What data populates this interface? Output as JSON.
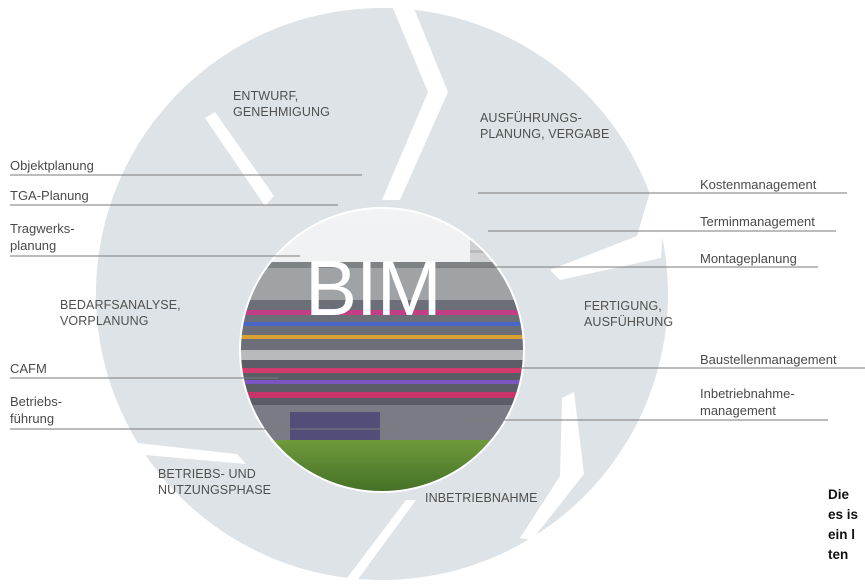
{
  "center_label": "BIM",
  "phases": {
    "entwurf": [
      "ENTWURF,",
      "GENEHMIGUNG"
    ],
    "ausfuehrungsplanung": [
      "AUSFÜHRUNGS-",
      "PLANUNG, VERGABE"
    ],
    "fertigung": [
      "FERTIGUNG,",
      "AUSFÜHRUNG"
    ],
    "inbetriebnahme": [
      "INBETRIEBNAHME"
    ],
    "betriebsphase": [
      "BETRIEBS- UND",
      "NUTZUNGSPHASE"
    ],
    "bedarfsanalyse": [
      "BEDARFSANALYSE,",
      "VORPLANUNG"
    ]
  },
  "left_labels": {
    "objektplanung": "Objektplanung",
    "tga": "TGA-Planung",
    "tragwerk": [
      "Tragwerks-",
      "planung"
    ],
    "cafm": "CAFM",
    "betrieb": [
      "Betriebs-",
      "führung"
    ]
  },
  "right_labels": {
    "kosten": "Kostenmanagement",
    "termin": "Terminmanagement",
    "montage": "Montageplanung",
    "baustelle": "Baustellenmanagement",
    "inbetriebnahme": [
      "Inbetriebnahme-",
      "management"
    ]
  },
  "note_lines": [
    "Die",
    "es is",
    "ein l",
    "ten"
  ],
  "colors": {
    "arrow_fill": "#dde3e6",
    "line": "#7a7a7a"
  }
}
